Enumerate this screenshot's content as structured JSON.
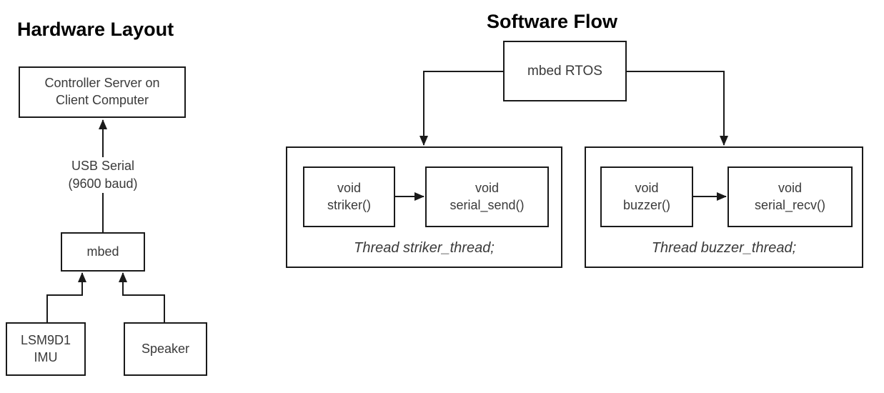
{
  "hardware": {
    "title": "Hardware Layout",
    "controller_box": "Controller Server on\nClient Computer",
    "usb_label": "USB Serial\n(9600 baud)",
    "mbed_box": "mbed",
    "imu_box": "LSM9D1\nIMU",
    "speaker_box": "Speaker"
  },
  "software": {
    "title": "Software Flow",
    "rtos_box": "mbed RTOS",
    "striker": {
      "fn1": "void\nstriker()",
      "fn2": "void\nserial_send()",
      "thread": "Thread striker_thread;"
    },
    "buzzer": {
      "fn1": "void\nbuzzer()",
      "fn2": "void\nserial_recv()",
      "thread": "Thread buzzer_thread;"
    }
  },
  "colors": {
    "line": "#1a1a1a",
    "text": "#3a3a3a",
    "title": "#000000",
    "background": "#ffffff"
  }
}
